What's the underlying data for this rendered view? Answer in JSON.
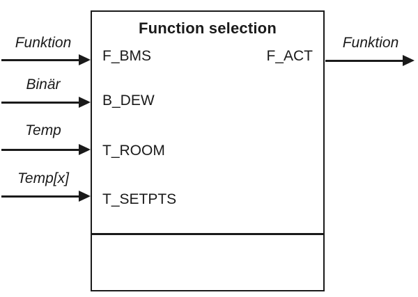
{
  "diagram": {
    "block": {
      "title": "Function selection",
      "inputs": [
        {
          "pin": "F_BMS",
          "signal": "Funktion"
        },
        {
          "pin": "B_DEW",
          "signal": "Binär"
        },
        {
          "pin": "T_ROOM",
          "signal": "Temp"
        },
        {
          "pin": "T_SETPTS",
          "signal": "Temp[x]"
        }
      ],
      "outputs": [
        {
          "pin": "F_ACT",
          "signal": "Funktion"
        }
      ]
    },
    "colors": {
      "line": "#1a1a1a",
      "background": "#ffffff"
    }
  }
}
